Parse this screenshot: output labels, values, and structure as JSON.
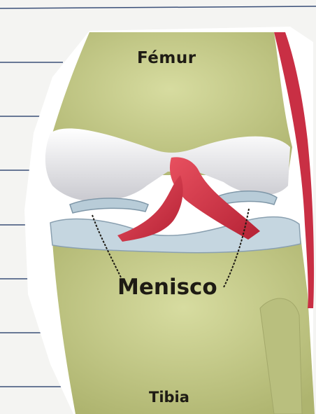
{
  "labels": {
    "femur": "Fémur",
    "menisco": "Menisco",
    "tibia": "Tibia"
  },
  "colors": {
    "paper": "#f4f4f2",
    "ruled_line": "#3a4f78",
    "bone": "#c3c98a",
    "cartilage": "#e6e6e8",
    "meniscus": "#b8ccd8",
    "ligament": "#d63b4c",
    "label_text": "#1e1b14"
  }
}
